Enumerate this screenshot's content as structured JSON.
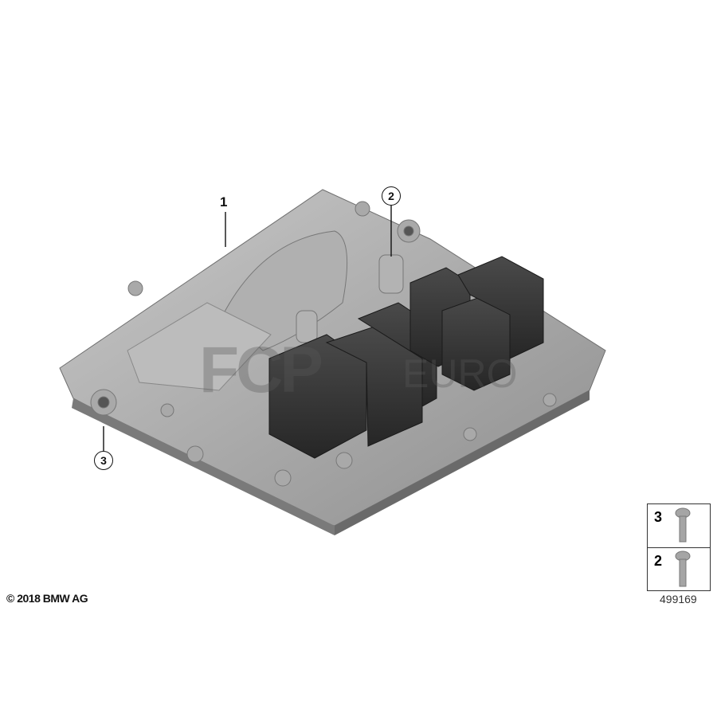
{
  "callouts": {
    "part1": "1",
    "part2": "2",
    "part3": "3"
  },
  "copyright": "© 2018 BMW AG",
  "parts_legend": [
    {
      "number": "3",
      "icon": "screw-icon"
    },
    {
      "number": "2",
      "icon": "bolt-icon"
    }
  ],
  "diagram_number": "499169",
  "watermark": {
    "brand": "FCP",
    "suffix": "EURO"
  }
}
